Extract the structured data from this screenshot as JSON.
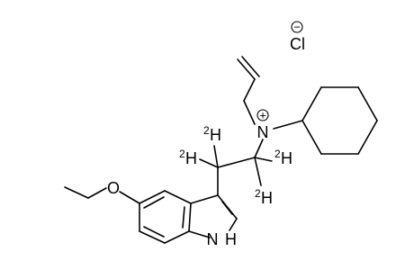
{
  "molecule": {
    "atoms": {
      "oxygen": "O",
      "nitrogen_amine": "N",
      "nitrogen_charge": "+",
      "nitrogen_indole": "N",
      "nitrogen_indole_h": "H",
      "deuterium": "H",
      "deuterium_mass": "2",
      "chloride": "Cl",
      "chloride_charge": "−"
    }
  }
}
